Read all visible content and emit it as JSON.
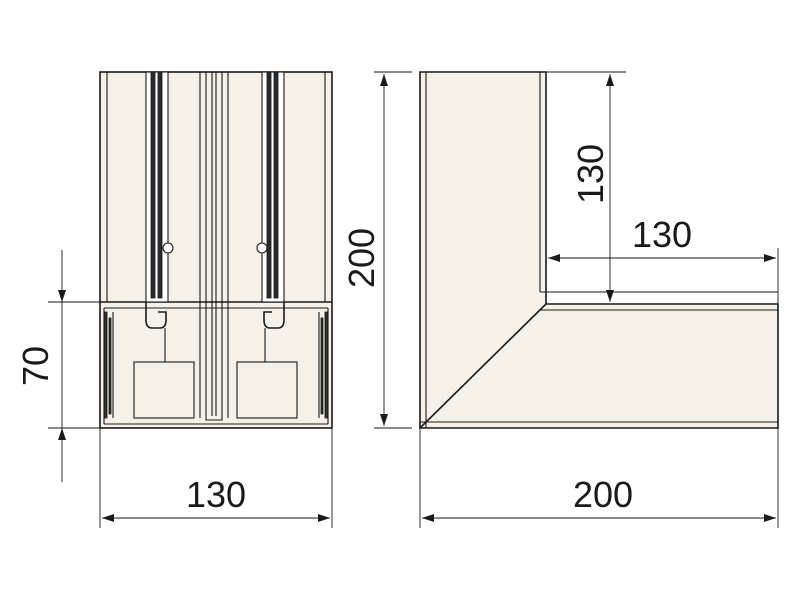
{
  "dimensions": {
    "front_height": "70",
    "front_width": "130",
    "side_height": "200",
    "inner_height": "130",
    "inner_width": "130",
    "side_width": "200"
  },
  "colors": {
    "panel": "#f6f1e8",
    "line": "#1a1a1a",
    "slot": "#2b2b2b"
  }
}
